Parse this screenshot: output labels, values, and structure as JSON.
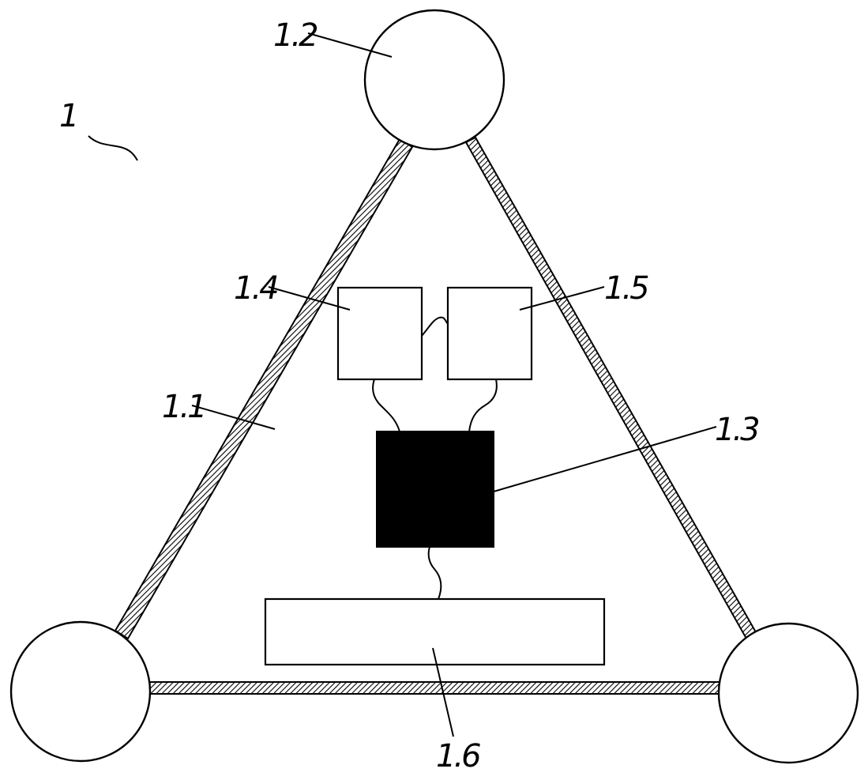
{
  "diagram": {
    "labels": {
      "assembly": "1",
      "frame": "1.1",
      "top_node": "1.2",
      "controller": "1.3",
      "module_left": "1.4",
      "module_right": "1.5",
      "base_unit": "1.6"
    },
    "colors": {
      "line": "#000000",
      "fill_controller": "#000000",
      "background": "#ffffff"
    }
  }
}
